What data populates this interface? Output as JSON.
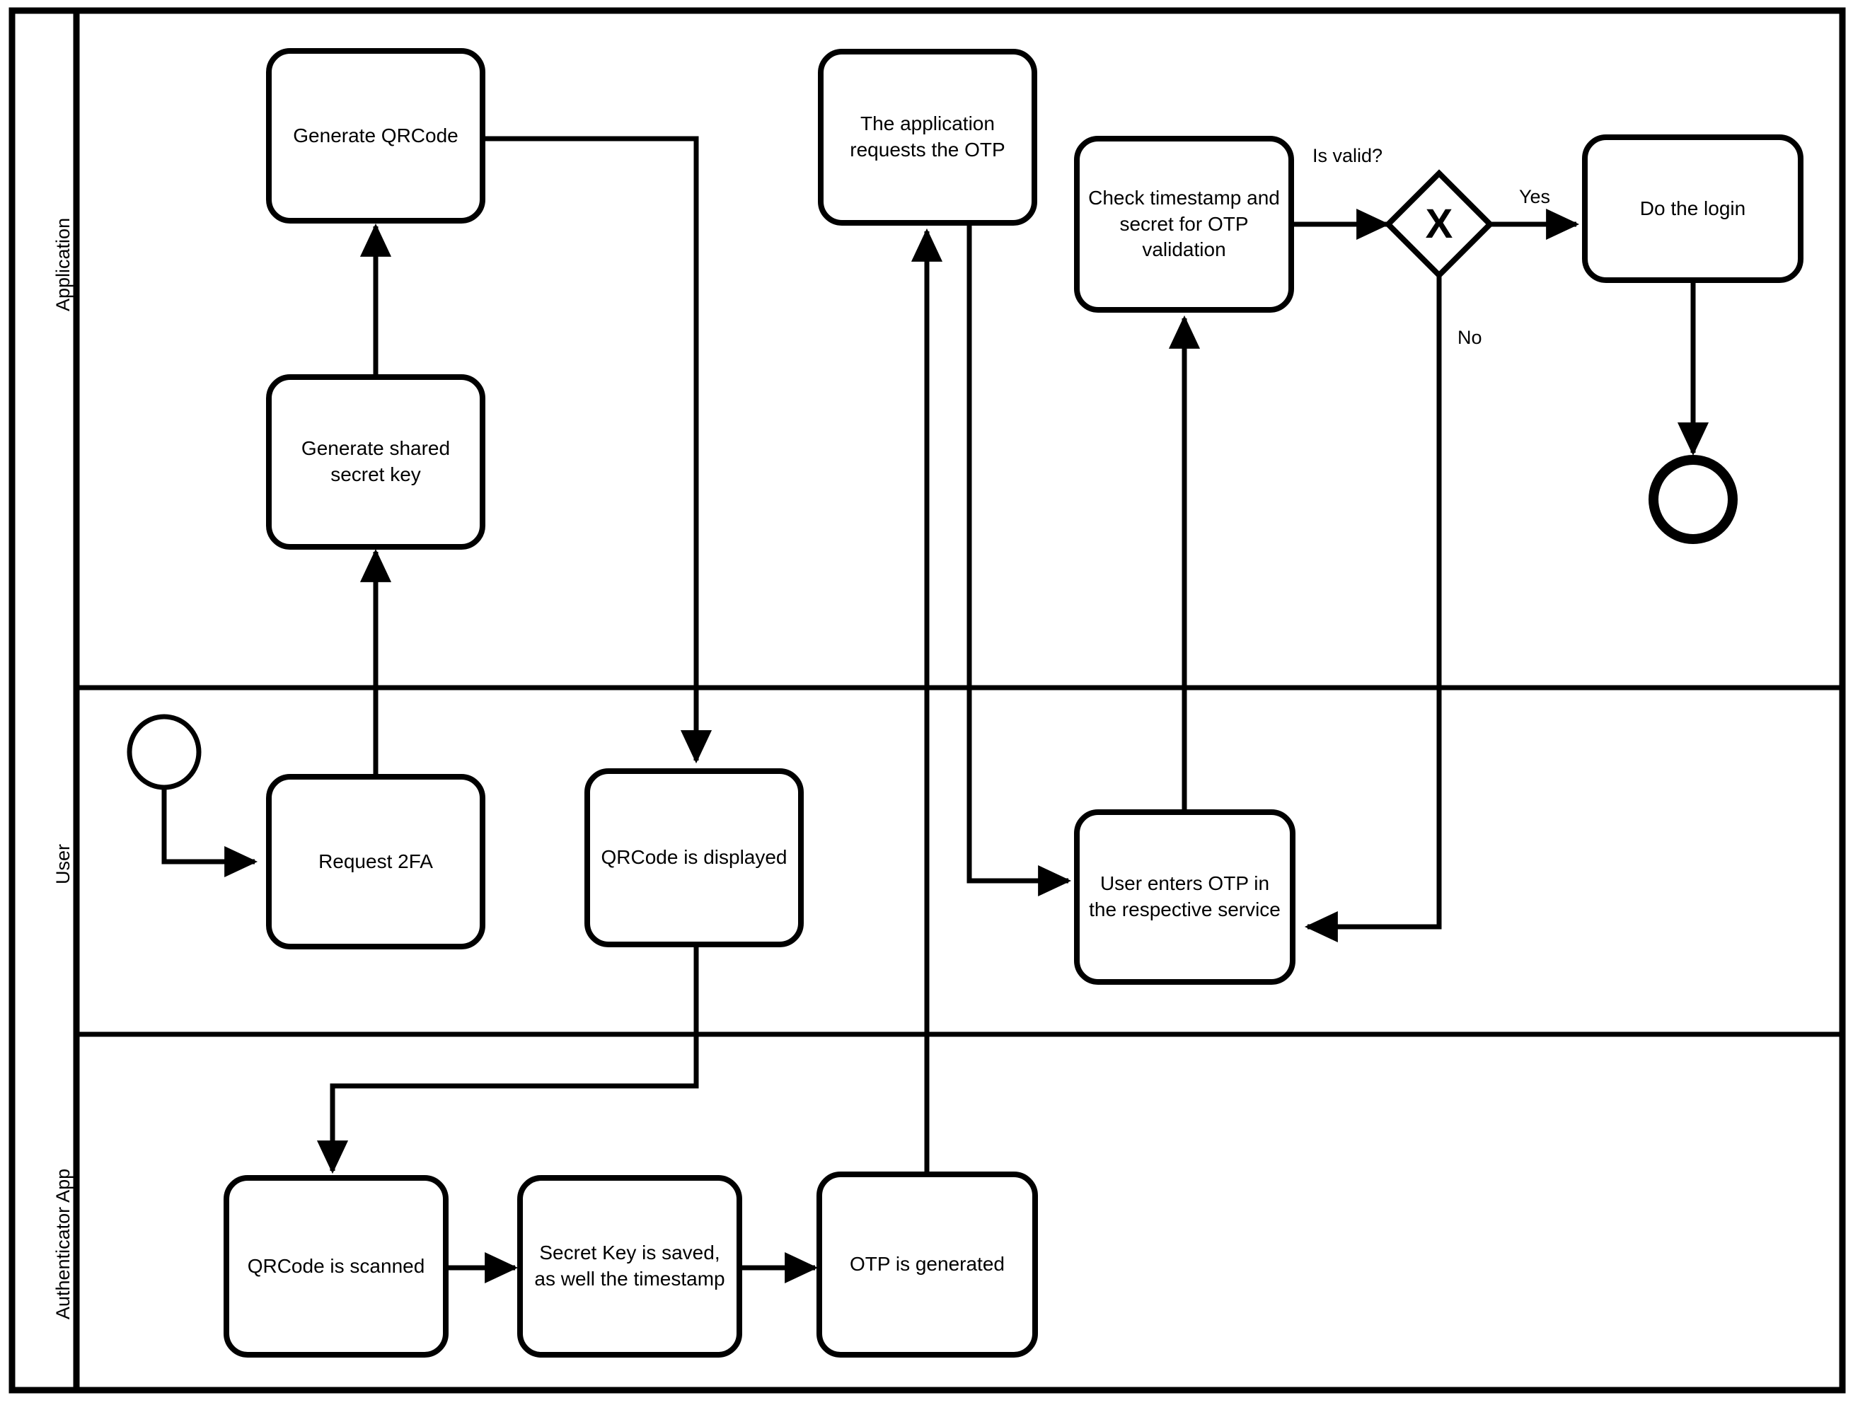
{
  "diagram": {
    "title": "2FA / OTP authentication BPMN process",
    "type": "bpmn-pool-with-lanes",
    "stroke_color": "#000000",
    "fill_color": "#FFFFFF",
    "background": "#FFFFFF"
  },
  "lanes": [
    {
      "id": "application",
      "label": "Application"
    },
    {
      "id": "user",
      "label": "User"
    },
    {
      "id": "authenticator",
      "label": "Authenticator App"
    }
  ],
  "nodes": {
    "start_event": {
      "label": "",
      "shape": "start-event-circle",
      "lane": "user"
    },
    "request_2fa": {
      "label": "Request 2FA",
      "shape": "task",
      "lane": "user"
    },
    "generate_secret": {
      "label": "Generate shared secret key",
      "shape": "task",
      "lane": "application"
    },
    "generate_qrcode": {
      "label": "Generate QRCode",
      "shape": "task",
      "lane": "application"
    },
    "qrcode_displayed": {
      "label": "QRCode is displayed",
      "shape": "task",
      "lane": "user"
    },
    "qrcode_scanned": {
      "label": "QRCode is scanned",
      "shape": "task",
      "lane": "authenticator"
    },
    "secret_saved": {
      "label": "Secret Key is saved, as well the timestamp",
      "shape": "task",
      "lane": "authenticator"
    },
    "otp_generated": {
      "label": "OTP is generated",
      "shape": "task",
      "lane": "authenticator"
    },
    "app_requests_otp": {
      "label": "The application requests the OTP",
      "shape": "task",
      "lane": "application"
    },
    "user_enters_otp": {
      "label": "User enters OTP in the respective service",
      "shape": "task",
      "lane": "user"
    },
    "check_timestamp": {
      "label": "Check timestamp and secret for OTP validation",
      "shape": "task",
      "lane": "application"
    },
    "gateway_is_valid": {
      "label": "X",
      "shape": "exclusive-gateway",
      "lane": "application"
    },
    "do_the_login": {
      "label": "Do the login",
      "shape": "task",
      "lane": "application"
    },
    "end_event": {
      "label": "",
      "shape": "end-event-circle",
      "lane": "application"
    }
  },
  "edge_labels": {
    "is_valid": "Is valid?",
    "yes": "Yes",
    "no": "No"
  },
  "flows": [
    {
      "from": "start_event",
      "to": "request_2fa"
    },
    {
      "from": "request_2fa",
      "to": "generate_secret"
    },
    {
      "from": "generate_secret",
      "to": "generate_qrcode"
    },
    {
      "from": "generate_qrcode",
      "to": "qrcode_displayed"
    },
    {
      "from": "qrcode_displayed",
      "to": "qrcode_scanned"
    },
    {
      "from": "qrcode_scanned",
      "to": "secret_saved"
    },
    {
      "from": "secret_saved",
      "to": "otp_generated"
    },
    {
      "from": "otp_generated",
      "to": "app_requests_otp"
    },
    {
      "from": "app_requests_otp",
      "to": "user_enters_otp"
    },
    {
      "from": "user_enters_otp",
      "to": "check_timestamp"
    },
    {
      "from": "check_timestamp",
      "to": "gateway_is_valid",
      "label": "Is valid?"
    },
    {
      "from": "gateway_is_valid",
      "to": "do_the_login",
      "label": "Yes"
    },
    {
      "from": "gateway_is_valid",
      "to": "user_enters_otp",
      "label": "No"
    },
    {
      "from": "do_the_login",
      "to": "end_event"
    }
  ]
}
